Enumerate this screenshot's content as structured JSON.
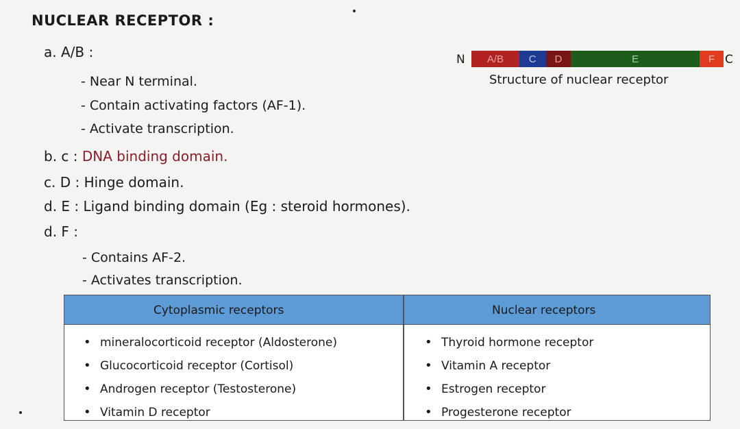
{
  "title": "NUCLEAR RECEPTOR :",
  "sections": {
    "ab": {
      "label": "a. A/B :",
      "bullets": [
        "- Near N terminal.",
        "- Contain activating factors (AF-1).",
        "- Activate transcription."
      ]
    },
    "c": {
      "prefix": "b. c : ",
      "text": "DNA binding domain."
    },
    "d": {
      "text": "c. D : Hinge domain."
    },
    "e": {
      "text": "d. E : Ligand binding domain (Eg : steroid hormones)."
    },
    "f": {
      "label": "d. F :",
      "bullets": [
        "- Contains AF-2.",
        "- Activates transcription."
      ]
    }
  },
  "structure": {
    "n_label": "N",
    "c_label": "C",
    "caption": "Structure of nuclear receptor",
    "segments": [
      {
        "label": "A/B",
        "color": "#b22222",
        "text_color": "#e8a0a0",
        "fraction": 0.19
      },
      {
        "label": "C",
        "color": "#1f3a93",
        "text_color": "#c0c8ea",
        "fraction": 0.105
      },
      {
        "label": "D",
        "color": "#7a1515",
        "text_color": "#e0a0a0",
        "fraction": 0.1
      },
      {
        "label": "E",
        "color": "#1e5c1e",
        "text_color": "#a8d0a8",
        "fraction": 0.51
      },
      {
        "label": "F",
        "color": "#e03b1f",
        "text_color": "#f8c0b0",
        "fraction": 0.095
      }
    ]
  },
  "table": {
    "headers": [
      "Cytoplasmic receptors",
      "Nuclear receptors"
    ],
    "cytoplasmic": [
      "mineralocorticoid receptor (Aldosterone)",
      "Glucocorticoid receptor (Cortisol)",
      "Androgen receptor (Testosterone)",
      "Vitamin D receptor"
    ],
    "nuclear": [
      "Thyroid hormone receptor",
      "Vitamin A receptor",
      "Estrogen receptor",
      "Progesterone receptor"
    ]
  }
}
